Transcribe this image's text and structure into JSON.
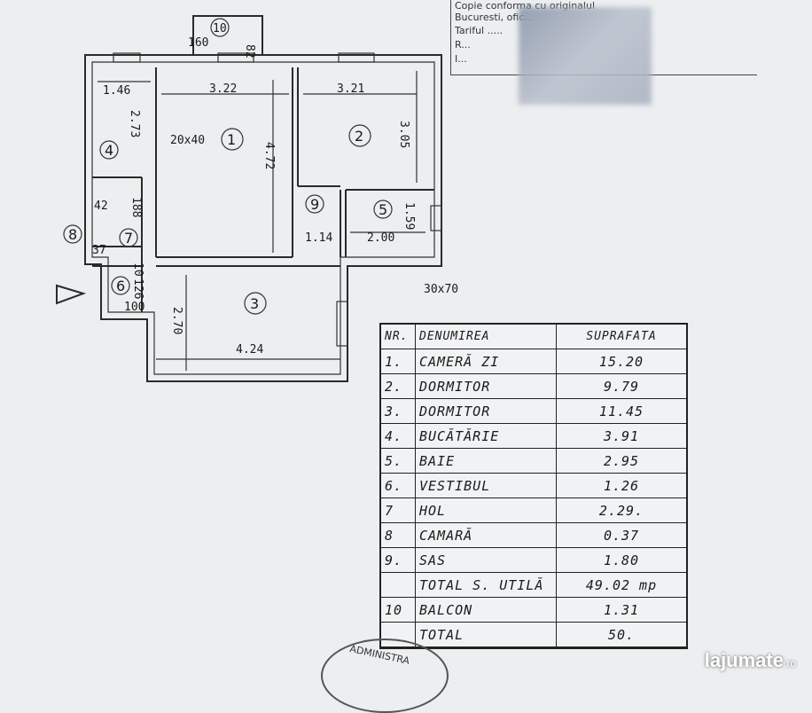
{
  "stamp": {
    "lines": [
      "Copie conforma cu originalul",
      "Bucuresti, ofic...",
      "Tariful .....",
      "R...",
      "I..."
    ]
  },
  "plan": {
    "dims": {
      "d160": "160",
      "d10": "10",
      "d82": "82",
      "d146": "1.46",
      "d322": "3.22",
      "d321": "3.21",
      "d273": "2.73",
      "d20x40": "20x40",
      "d472": "4.72",
      "d305": "3.05",
      "d159": "1.59",
      "d114": "1.14",
      "d200": "2.00",
      "d42": "42",
      "d188": "188",
      "d37": "37",
      "d10b": "10",
      "d126": "126",
      "d100": "100",
      "d270": "2.70",
      "d424": "4.24",
      "d30x70": "30x70"
    },
    "rooms": [
      "1",
      "2",
      "3",
      "4",
      "5",
      "6",
      "7",
      "8",
      "9"
    ]
  },
  "table": {
    "headers": {
      "nr": "NR.",
      "name": "DENUMIREA",
      "area": "SUPRAFATA"
    },
    "rows": [
      {
        "nr": "1.",
        "name": "CAMERĂ ZI",
        "area": "15.20"
      },
      {
        "nr": "2.",
        "name": "DORMITOR",
        "area": "9.79"
      },
      {
        "nr": "3.",
        "name": "DORMITOR",
        "area": "11.45"
      },
      {
        "nr": "4.",
        "name": "BUCĂTĂRIE",
        "area": "3.91"
      },
      {
        "nr": "5.",
        "name": "BAIE",
        "area": "2.95"
      },
      {
        "nr": "6.",
        "name": "VESTIBUL",
        "area": "1.26"
      },
      {
        "nr": "7",
        "name": "HOL",
        "area": "2.29."
      },
      {
        "nr": "8",
        "name": "CAMARĂ",
        "area": "0.37"
      },
      {
        "nr": "9.",
        "name": "SAS",
        "area": "1.80"
      },
      {
        "nr": "",
        "name": "TOTAL S. UTILĂ",
        "area": "49.02 mp"
      },
      {
        "nr": "10",
        "name": "BALCON",
        "area": "1.31"
      },
      {
        "nr": "",
        "name": "TOTAL",
        "area": "50."
      }
    ]
  },
  "admin_text": "ADMINISTRA",
  "logo": {
    "name": "lajumate",
    "tld": ".ro"
  }
}
